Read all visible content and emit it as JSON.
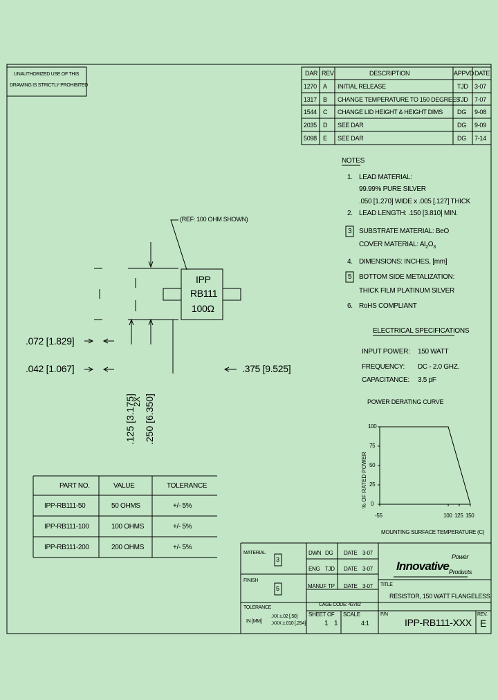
{
  "warning": {
    "line1": "UNAUTHORIZED USE OF THIS",
    "line2": "DRAWING IS STRICTLY PROHIBITED"
  },
  "revision_table": {
    "headers": [
      "DAR",
      "REV",
      "DESCRIPTION",
      "APPVD",
      "DATE"
    ],
    "rows": [
      [
        "1270",
        "A",
        "INITIAL RELEASE",
        "TJD",
        "3-07"
      ],
      [
        "1317",
        "B",
        "CHANGE TEMPERATURE TO 150 DEGREES",
        "TJD",
        "7-07"
      ],
      [
        "1544",
        "C",
        "CHANGE LID HEIGHT & HEIGHT DIMS",
        "DG",
        "9-08"
      ],
      [
        "2035",
        "D",
        "SEE DAR",
        "DG",
        "9-09"
      ],
      [
        "5098",
        "E",
        "SEE DAR",
        "DG",
        "7-14"
      ]
    ]
  },
  "notes": {
    "title": "NOTES",
    "n1": "1.",
    "n1_a": "LEAD MATERIAL:",
    "n1_b": "99.99% PURE SILVER",
    "n1_c": ".050 [1.270] WIDE x .005 [.127] THICK",
    "n2": "2.",
    "n2_a": "LEAD LENGTH: .150 [3.810] MIN.",
    "n3": "3",
    "n3_a": "SUBSTRATE MATERIAL: BeO",
    "n3_b": "COVER MATERIAL: Al",
    "n3_b_sub1": "2",
    "n3_b_mid": "O",
    "n3_b_sub2": "3",
    "n4": "4.",
    "n4_a": "DIMENSIONS: INCHES, [mm]",
    "n5": "5",
    "n5_a": "BOTTOM SIDE METALIZATION:",
    "n5_b": "THICK FILM PLATINUM SILVER",
    "n6": "6.",
    "n6_a": "RoHS COMPLIANT"
  },
  "electrical": {
    "title": "ELECTRICAL SPECIFICATIONS",
    "rows": [
      {
        "label": "INPUT POWER:",
        "value": "150 WATT"
      },
      {
        "label": "FREQUENCY:",
        "value": "DC - 2.0 GHZ."
      },
      {
        "label": "CAPACITANCE:",
        "value": "3.5 pF"
      }
    ]
  },
  "drawing": {
    "ref_note": "(REF: 100 OHM SHOWN)",
    "label1": "IPP",
    "label2": "RB111",
    "label3": "100Ω",
    "dim_072": ".072 [1.829]",
    "dim_042": ".042 [1.067]",
    "dim_375": ".375 [9.525]",
    "dim_125": ".125 [3.175]",
    "dim_2x": "2X",
    "dim_250": ".250 [6.350]"
  },
  "chart_data": {
    "type": "line",
    "title": "POWER DERATING CURVE",
    "xlabel": "MOUNTING SURFACE TEMPERATURE (C)",
    "ylabel": "% OF RATED POWER",
    "x_ticks": [
      "-55",
      "100",
      "125",
      "150"
    ],
    "y_ticks": [
      "100",
      "75",
      "50",
      "25",
      "0"
    ],
    "xlim": [
      -55,
      150
    ],
    "ylim": [
      0,
      100
    ],
    "series": [
      {
        "x": [
          -55,
          100,
          150
        ],
        "y": [
          100,
          100,
          0
        ]
      }
    ]
  },
  "parts_table": {
    "headers": [
      "PART NO.",
      "VALUE",
      "TOLERANCE"
    ],
    "rows": [
      [
        "IPP-RB111-50",
        "50 OHMS",
        "+/- 5%"
      ],
      [
        "IPP-RB111-100",
        "100 OHMS",
        "+/- 5%"
      ],
      [
        "IPP-RB111-200",
        "200 OHMS",
        "+/- 5%"
      ]
    ]
  },
  "title_block": {
    "material_label": "MATERIAL",
    "material_box": "3",
    "finish_label": "FINISH",
    "finish_box": "5",
    "tolerance_label": "TOLERANCE",
    "tolerance_unit": "IN [MM]",
    "tol_line1": ".XX ±.02 [.50]",
    "tol_line2": ".XXX ±.010 [.254]",
    "dwn_label": "DWN",
    "dwn_val": "DG",
    "dwn_date_label": "DATE",
    "dwn_date": "3-07",
    "eng_label": "ENG",
    "eng_val": "TJD",
    "eng_date_label": "DATE",
    "eng_date": "3-07",
    "manuf_label": "MANUF",
    "manuf_val": "TP",
    "manuf_date_label": "DATE",
    "manuf_date": "3-07",
    "cage_code": "CAGE CODE: 43782",
    "sheet_label": "SHEET",
    "of_label": "OF",
    "sheet_val": "1",
    "sheet_total": "1",
    "scale_label": "SCALE",
    "scale_val": "4:1",
    "company1": "Innovative",
    "company2": "Power",
    "company3": "Products",
    "title_label": "TITLE",
    "title_val": "RESISTOR, 150 WATT FLANGELESS",
    "pn_label": "P/N",
    "pn_val": "IPP-RB111-XXX",
    "rev_label": "REV.",
    "rev_val": "E"
  }
}
